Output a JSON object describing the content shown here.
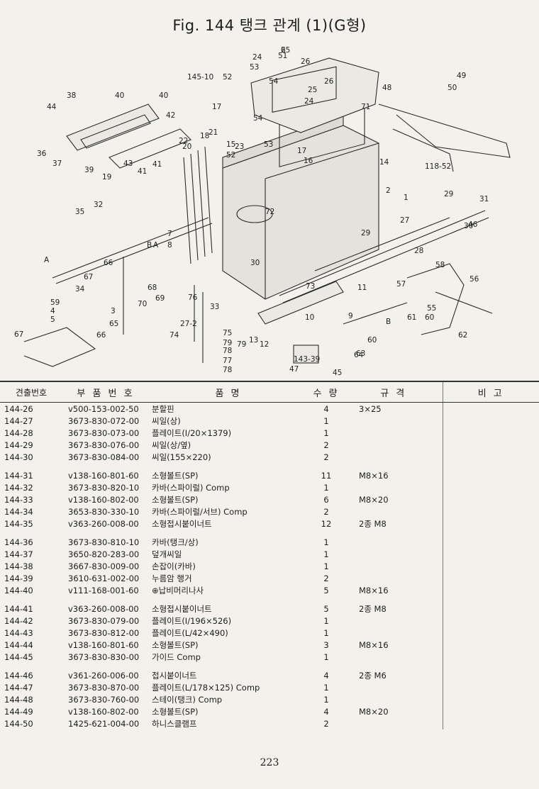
{
  "title": "Fig. 144  탱크 관계 (1)(G형)",
  "callouts": [
    "25",
    "51",
    "26",
    "24",
    "53",
    "54",
    "145-10",
    "52",
    "49",
    "48",
    "50",
    "38",
    "40",
    "40",
    "44",
    "26",
    "25",
    "24",
    "71",
    "17",
    "42",
    "54",
    "22",
    "18",
    "21",
    "20",
    "15",
    "23",
    "53",
    "52",
    "17",
    "16",
    "14",
    "118-52",
    "36",
    "37",
    "43",
    "39",
    "41",
    "19",
    "41",
    "29",
    "31",
    "2",
    "1",
    "32",
    "35",
    "72",
    "27",
    "30",
    "28",
    "29",
    "A",
    "B",
    "7",
    "8",
    "66",
    "67",
    "34",
    "68",
    "69",
    "70",
    "76",
    "33",
    "73",
    "11",
    "58",
    "56",
    "57",
    "55",
    "61",
    "60",
    "59",
    "4",
    "5",
    "3",
    "65",
    "66",
    "67",
    "27-2",
    "74",
    "75",
    "79",
    "78",
    "77",
    "78",
    "79",
    "13",
    "12",
    "10",
    "9",
    "B",
    "60",
    "64",
    "63",
    "62",
    "143-39",
    "47",
    "45",
    "46",
    "30",
    "A",
    "6"
  ],
  "table": {
    "headers": {
      "ref": "견출번호",
      "part": "부 품 번 호",
      "name": "품 명",
      "qty": "수 량",
      "spec": "규 격",
      "remark": "비 고"
    },
    "groups": [
      [
        {
          "ref": "144-26",
          "part": "v500-153-002-50",
          "name": "분할핀",
          "qty": "4",
          "spec": "3×25"
        },
        {
          "ref": "144-27",
          "part": "3673-830-072-00",
          "name": "씨일(상)",
          "qty": "1",
          "spec": ""
        },
        {
          "ref": "144-28",
          "part": "3673-830-073-00",
          "name": "플레이트(I/20×1379)",
          "qty": "1",
          "spec": ""
        },
        {
          "ref": "144-29",
          "part": "3673-830-076-00",
          "name": "씨일(상/옆)",
          "qty": "2",
          "spec": ""
        },
        {
          "ref": "144-30",
          "part": "3673-830-084-00",
          "name": "씨일(155×220)",
          "qty": "2",
          "spec": ""
        }
      ],
      [
        {
          "ref": "144-31",
          "part": "v138-160-801-60",
          "name": "소형볼트(SP)",
          "qty": "11",
          "spec": "M8×16"
        },
        {
          "ref": "144-32",
          "part": "3673-830-820-10",
          "name": "카바(스파이럴) Comp",
          "qty": "1",
          "spec": ""
        },
        {
          "ref": "144-33",
          "part": "v138-160-802-00",
          "name": "소형볼트(SP)",
          "qty": "6",
          "spec": "M8×20"
        },
        {
          "ref": "144-34",
          "part": "3653-830-330-10",
          "name": "카바(스파이럴/서브) Comp",
          "qty": "2",
          "spec": ""
        },
        {
          "ref": "144-35",
          "part": "v363-260-008-00",
          "name": "소형접시붙이너트",
          "qty": "12",
          "spec": "2종 M8"
        }
      ],
      [
        {
          "ref": "144-36",
          "part": "3673-830-810-10",
          "name": "카바(탱크/상)",
          "qty": "1",
          "spec": ""
        },
        {
          "ref": "144-37",
          "part": "3650-820-283-00",
          "name": "덮개씨일",
          "qty": "1",
          "spec": ""
        },
        {
          "ref": "144-38",
          "part": "3667-830-009-00",
          "name": "손잡이(카바)",
          "qty": "1",
          "spec": ""
        },
        {
          "ref": "144-39",
          "part": "3610-631-002-00",
          "name": "누름암 행거",
          "qty": "2",
          "spec": ""
        },
        {
          "ref": "144-40",
          "part": "v111-168-001-60",
          "name": "⊕납비머리나사",
          "qty": "5",
          "spec": "M8×16"
        }
      ],
      [
        {
          "ref": "144-41",
          "part": "v363-260-008-00",
          "name": "소형접시붙이너트",
          "qty": "5",
          "spec": "2종 M8"
        },
        {
          "ref": "144-42",
          "part": "3673-830-079-00",
          "name": "플레이트(I/196×526)",
          "qty": "1",
          "spec": ""
        },
        {
          "ref": "144-43",
          "part": "3673-830-812-00",
          "name": "플레이트(L/42×490)",
          "qty": "1",
          "spec": ""
        },
        {
          "ref": "144-44",
          "part": "v138-160-801-60",
          "name": "소형볼트(SP)",
          "qty": "3",
          "spec": "M8×16"
        },
        {
          "ref": "144-45",
          "part": "3673-830-830-00",
          "name": "가이드 Comp",
          "qty": "1",
          "spec": ""
        }
      ],
      [
        {
          "ref": "144-46",
          "part": "v361-260-006-00",
          "name": "접시붙이너트",
          "qty": "4",
          "spec": "2종 M6"
        },
        {
          "ref": "144-47",
          "part": "3673-830-870-00",
          "name": "플레이트(L/178×125) Comp",
          "qty": "1",
          "spec": ""
        },
        {
          "ref": "144-48",
          "part": "3673-830-760-00",
          "name": "스테이(탱크) Comp",
          "qty": "1",
          "spec": ""
        },
        {
          "ref": "144-49",
          "part": "v138-160-802-00",
          "name": "소형볼트(SP)",
          "qty": "4",
          "spec": "M8×20"
        },
        {
          "ref": "144-50",
          "part": "1425-621-004-00",
          "name": "하니스클램프",
          "qty": "2",
          "spec": ""
        }
      ]
    ]
  },
  "page_number": "223"
}
